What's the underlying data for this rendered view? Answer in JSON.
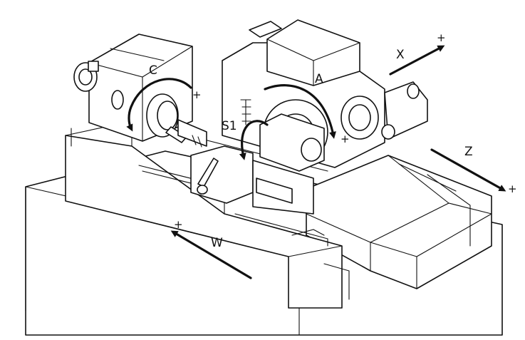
{
  "axes": {
    "x": {
      "label": "X",
      "sign": "+"
    },
    "z": {
      "label": "Z",
      "sign": "+"
    },
    "w": {
      "label": "W",
      "sign": "+"
    },
    "c": {
      "label": "C",
      "sign": "+"
    },
    "a": {
      "label": "A",
      "sign": "+"
    },
    "s1": {
      "label": "S1"
    }
  }
}
